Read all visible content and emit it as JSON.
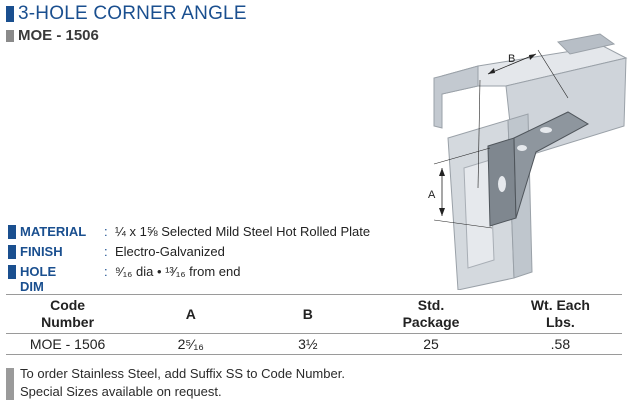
{
  "header": {
    "title": "3-HOLE CORNER ANGLE",
    "part_number": "MOE - 1506"
  },
  "illustration": {
    "dimension_a_label": "A",
    "dimension_b_label": "B"
  },
  "specs": [
    {
      "label": "MATERIAL",
      "colon": ":",
      "value": "¼ x 1⅝ Selected Mild Steel Hot Rolled Plate"
    },
    {
      "label": "FINISH",
      "colon": ":",
      "value": "Electro-Galvanized"
    },
    {
      "label": "HOLE DIM",
      "colon": ":",
      "value": "⁹⁄₁₆ dia  •  ¹³⁄₁₆ from end"
    }
  ],
  "table": {
    "headers": [
      "Code\nNumber",
      "A",
      "B",
      "Std.\nPackage",
      "Wt. Each\nLbs."
    ],
    "rows": [
      [
        "MOE - 1506",
        "2⁵⁄₁₆",
        "3½",
        "25",
        ".58"
      ]
    ]
  },
  "notes": [
    "To order Stainless Steel, add Suffix SS to Code Number.",
    "Special Sizes available on request."
  ],
  "colors": {
    "accent": "#1a4f8f",
    "gray_bar": "#8a8a8a"
  }
}
